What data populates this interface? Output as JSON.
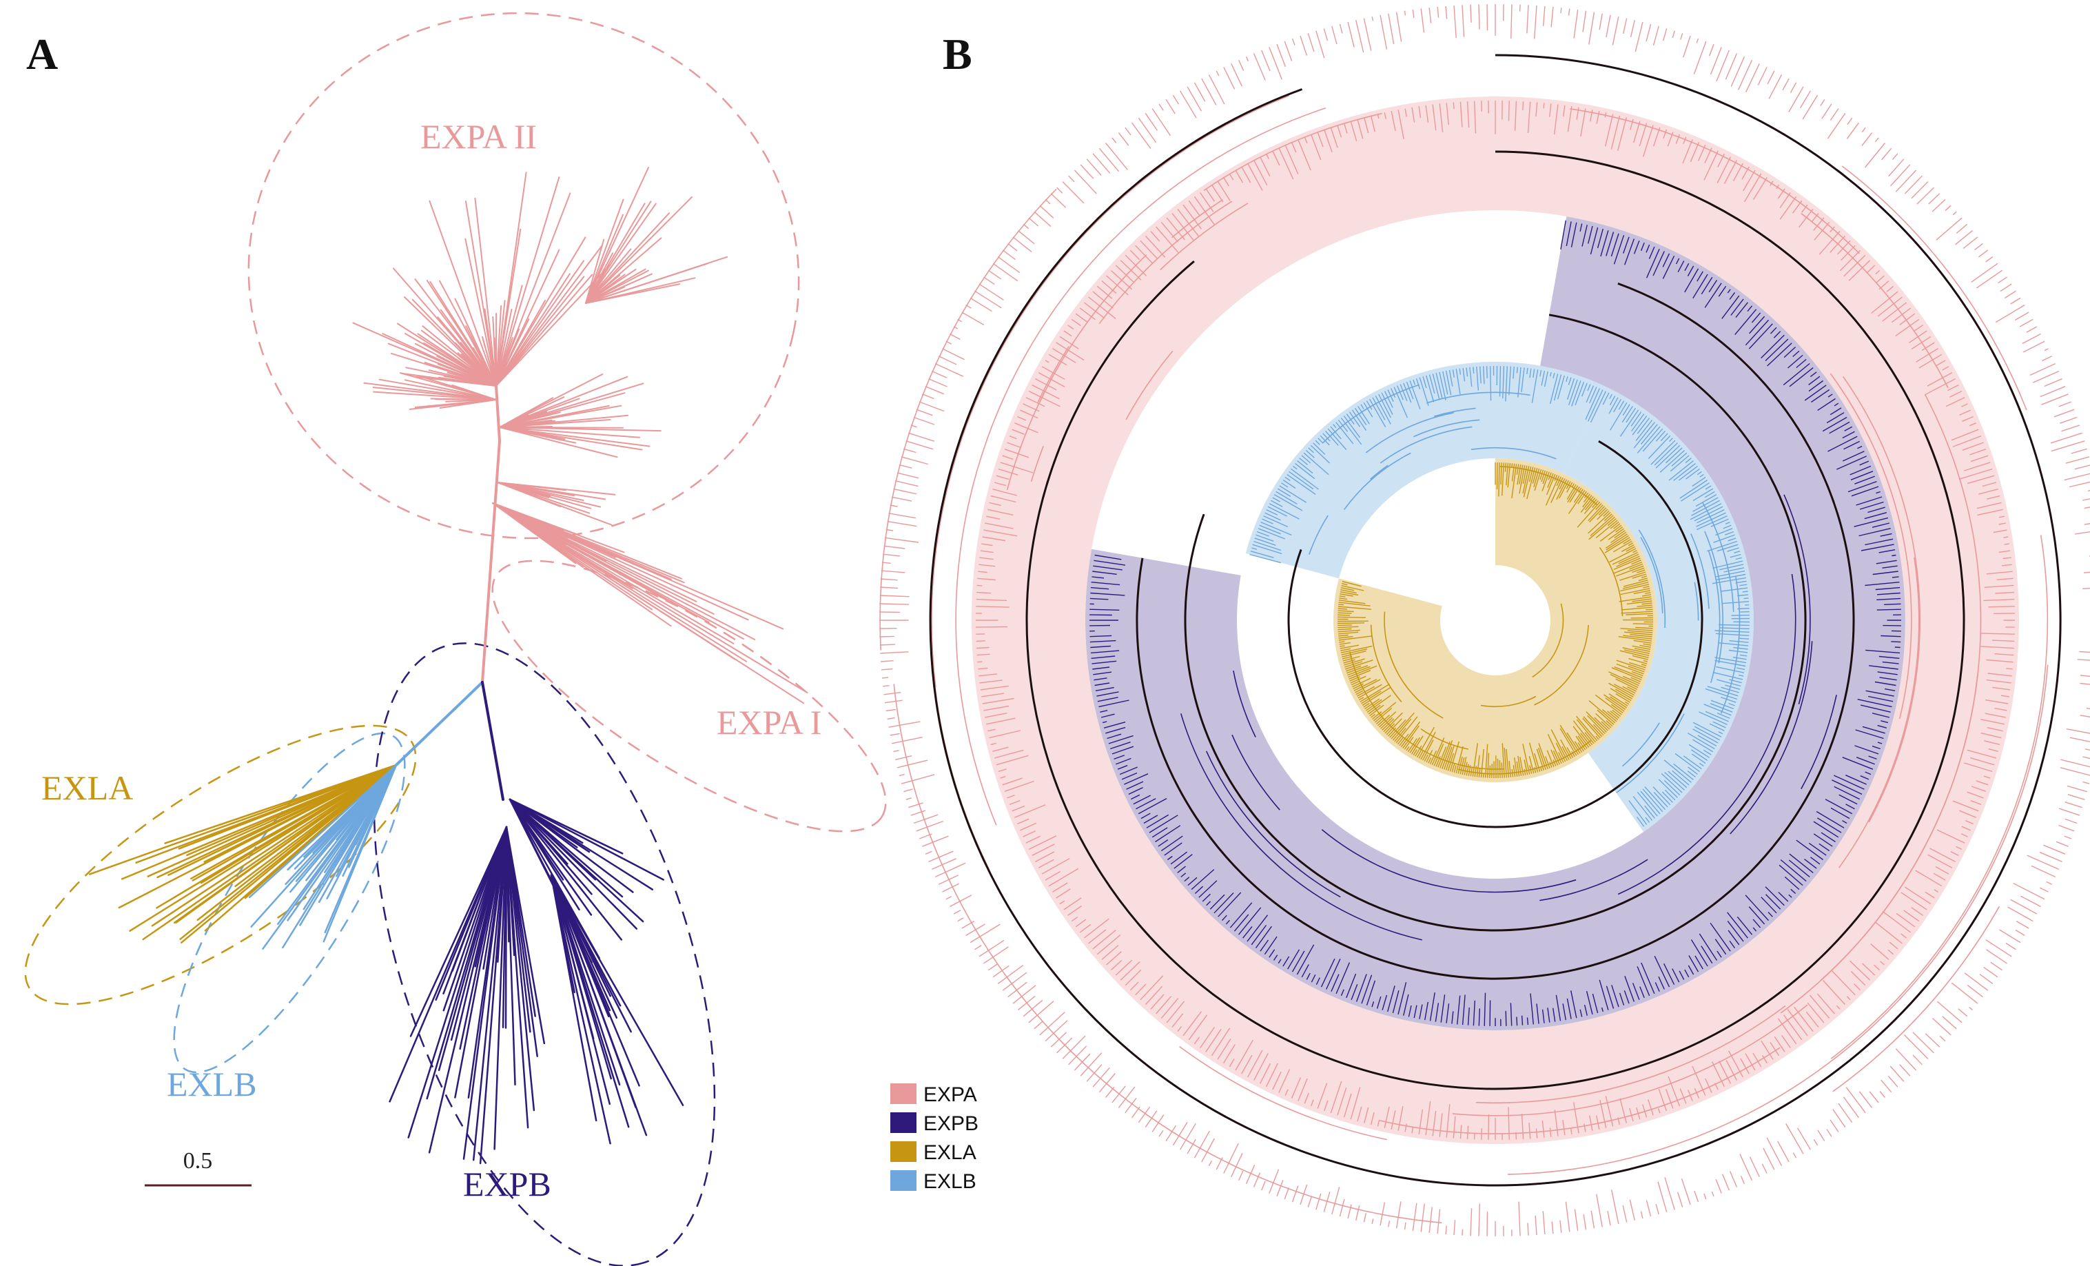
{
  "panels": {
    "a_label": "A",
    "b_label": "B"
  },
  "colors": {
    "EXPA": "#e9999a",
    "EXPB": "#2d1a7a",
    "EXLA": "#c69612",
    "EXLB": "#6da7dd",
    "EXPA_fill": "#f8dede",
    "EXPB_fill": "#c6c0dc",
    "EXLA_fill": "#f0ddb0",
    "EXLB_fill": "#cde2f3",
    "backbone": "#1b0f10"
  },
  "panel_a": {
    "clades": {
      "expa2": "EXPA II",
      "expa1": "EXPA I",
      "exla": "EXLA",
      "exlb": "EXLB",
      "expb": "EXPB"
    },
    "scale_bar_value": "0.5"
  },
  "legend": [
    {
      "label": "EXPA",
      "color": "#e9999a"
    },
    {
      "label": "EXPB",
      "color": "#2d1a7a"
    },
    {
      "label": "EXLA",
      "color": "#c69612"
    },
    {
      "label": "EXLB",
      "color": "#6da7dd"
    }
  ]
}
